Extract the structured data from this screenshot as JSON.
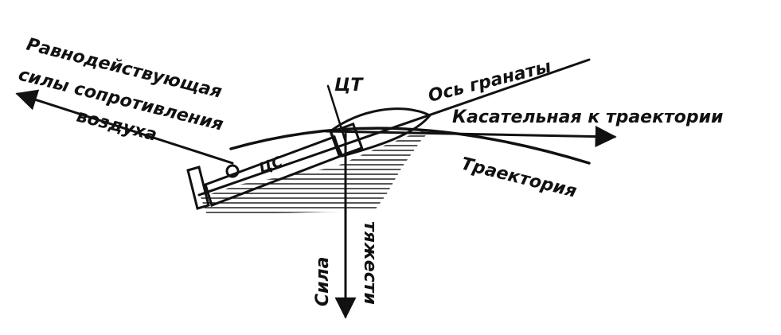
{
  "labels": {
    "resultant_line1": "Равнодействующая",
    "resultant_line2": "силы сопротивления",
    "resultant_line3": "воздуха",
    "center_of_gravity": "ЦТ",
    "grenade_axis": "Ось гранаты",
    "tangent": "Касательная к траектории",
    "trajectory": "Траектория",
    "center_of_pressure": "ЦС",
    "gravity_line1": "Сила",
    "gravity_line2": "тяжести"
  },
  "colors": {
    "ink": "#111111",
    "paper": "#ffffff"
  }
}
